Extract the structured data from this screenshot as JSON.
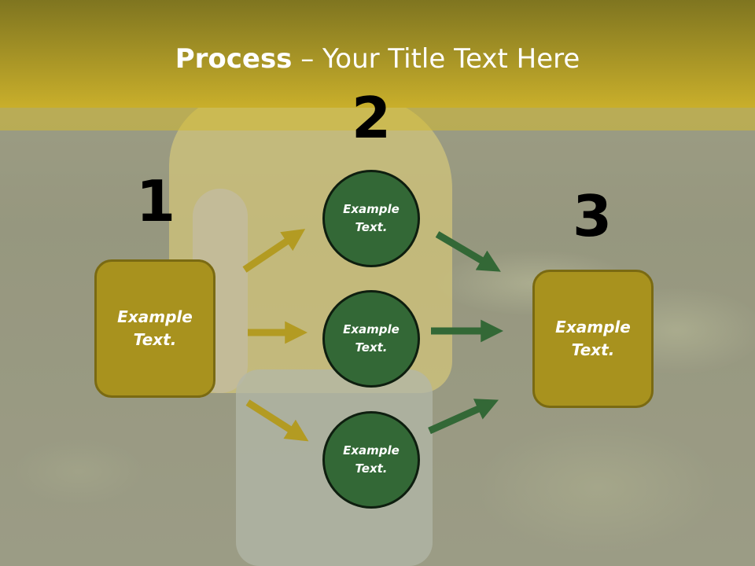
{
  "slide": {
    "title_bold": "Process",
    "title_rest": " – Your Title Text Here",
    "steps": [
      "1",
      "2",
      "3"
    ],
    "left_box": {
      "line1": "Example",
      "line2": "Text."
    },
    "right_box": {
      "line1": "Example",
      "line2": "Text."
    },
    "circles": [
      {
        "line1": "Example",
        "line2": "Text."
      },
      {
        "line1": "Example",
        "line2": "Text."
      },
      {
        "line1": "Example",
        "line2": "Text."
      }
    ]
  },
  "colors": {
    "title_bar": "#c9af2b",
    "box_fill": "#a8921e",
    "circle_fill": "#336836",
    "arrow_gold": "#b39b22",
    "arrow_green": "#336836"
  }
}
